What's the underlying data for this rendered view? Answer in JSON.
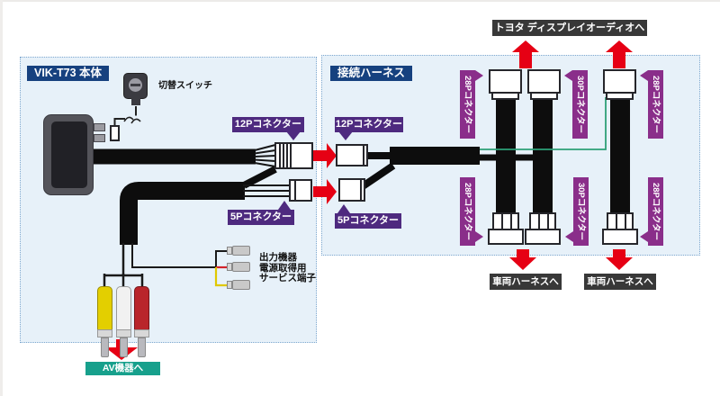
{
  "diagram": {
    "left_panel": {
      "title": "VIK-T73 本体",
      "switch_label": "切替スイッチ",
      "connector_12p_label": "12Pコネクター",
      "connector_5p_label": "5Pコネクター",
      "service_terminal_lines": [
        "出力機器",
        "電源取得用",
        "サービス端子"
      ],
      "av_label": "AV機器へ"
    },
    "right_panel": {
      "title": "接続ハーネス",
      "connector_12p_label": "12Pコネクター",
      "connector_5p_label": "5Pコネクター",
      "top_vertical_labels": [
        "28Pコネクター",
        "30Pコネクター",
        "28Pコネクター"
      ],
      "bottom_vertical_labels": [
        "28Pコネクター",
        "30Pコネクター",
        "28Pコネクター"
      ],
      "toyota_label": "トヨタ ディスプレイオーディオへ",
      "vehicle_harness_labels": [
        "車両ハーネスへ",
        "車両ハーネスへ"
      ]
    },
    "colors": {
      "accent_red": "#e60014",
      "panel_navy": "#16417f",
      "purple_dark": "#4e2a7f",
      "purple_magenta": "#8a2e8a",
      "teal": "#17a08c",
      "label_dark": "#383838",
      "wire_green": "#2da077",
      "rca_yellow": "#e3cf00",
      "rca_white": "#f1f1f1",
      "rca_red": "#b9252b"
    }
  }
}
